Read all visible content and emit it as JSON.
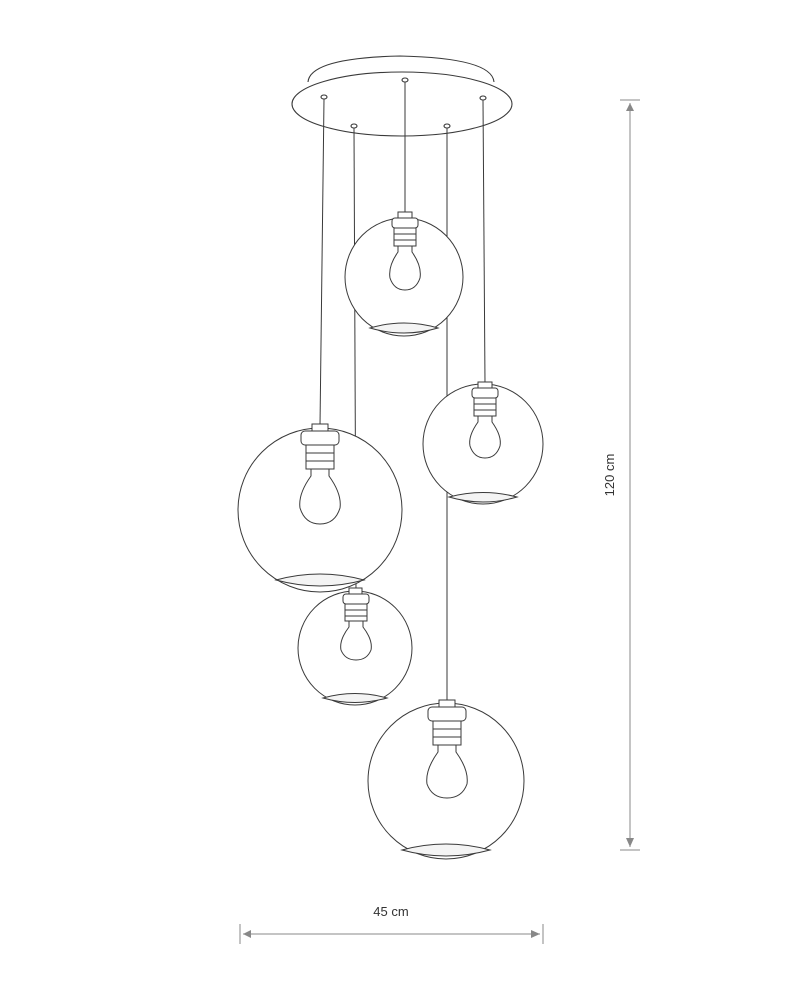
{
  "dimensions": {
    "height_label": "120 cm",
    "width_label": "45 cm"
  },
  "colors": {
    "line": "#3a3a3a",
    "dimension": "#888888",
    "text": "#333333"
  },
  "components": {
    "canopy": "ceiling-canopy",
    "pendant_count": 5
  }
}
